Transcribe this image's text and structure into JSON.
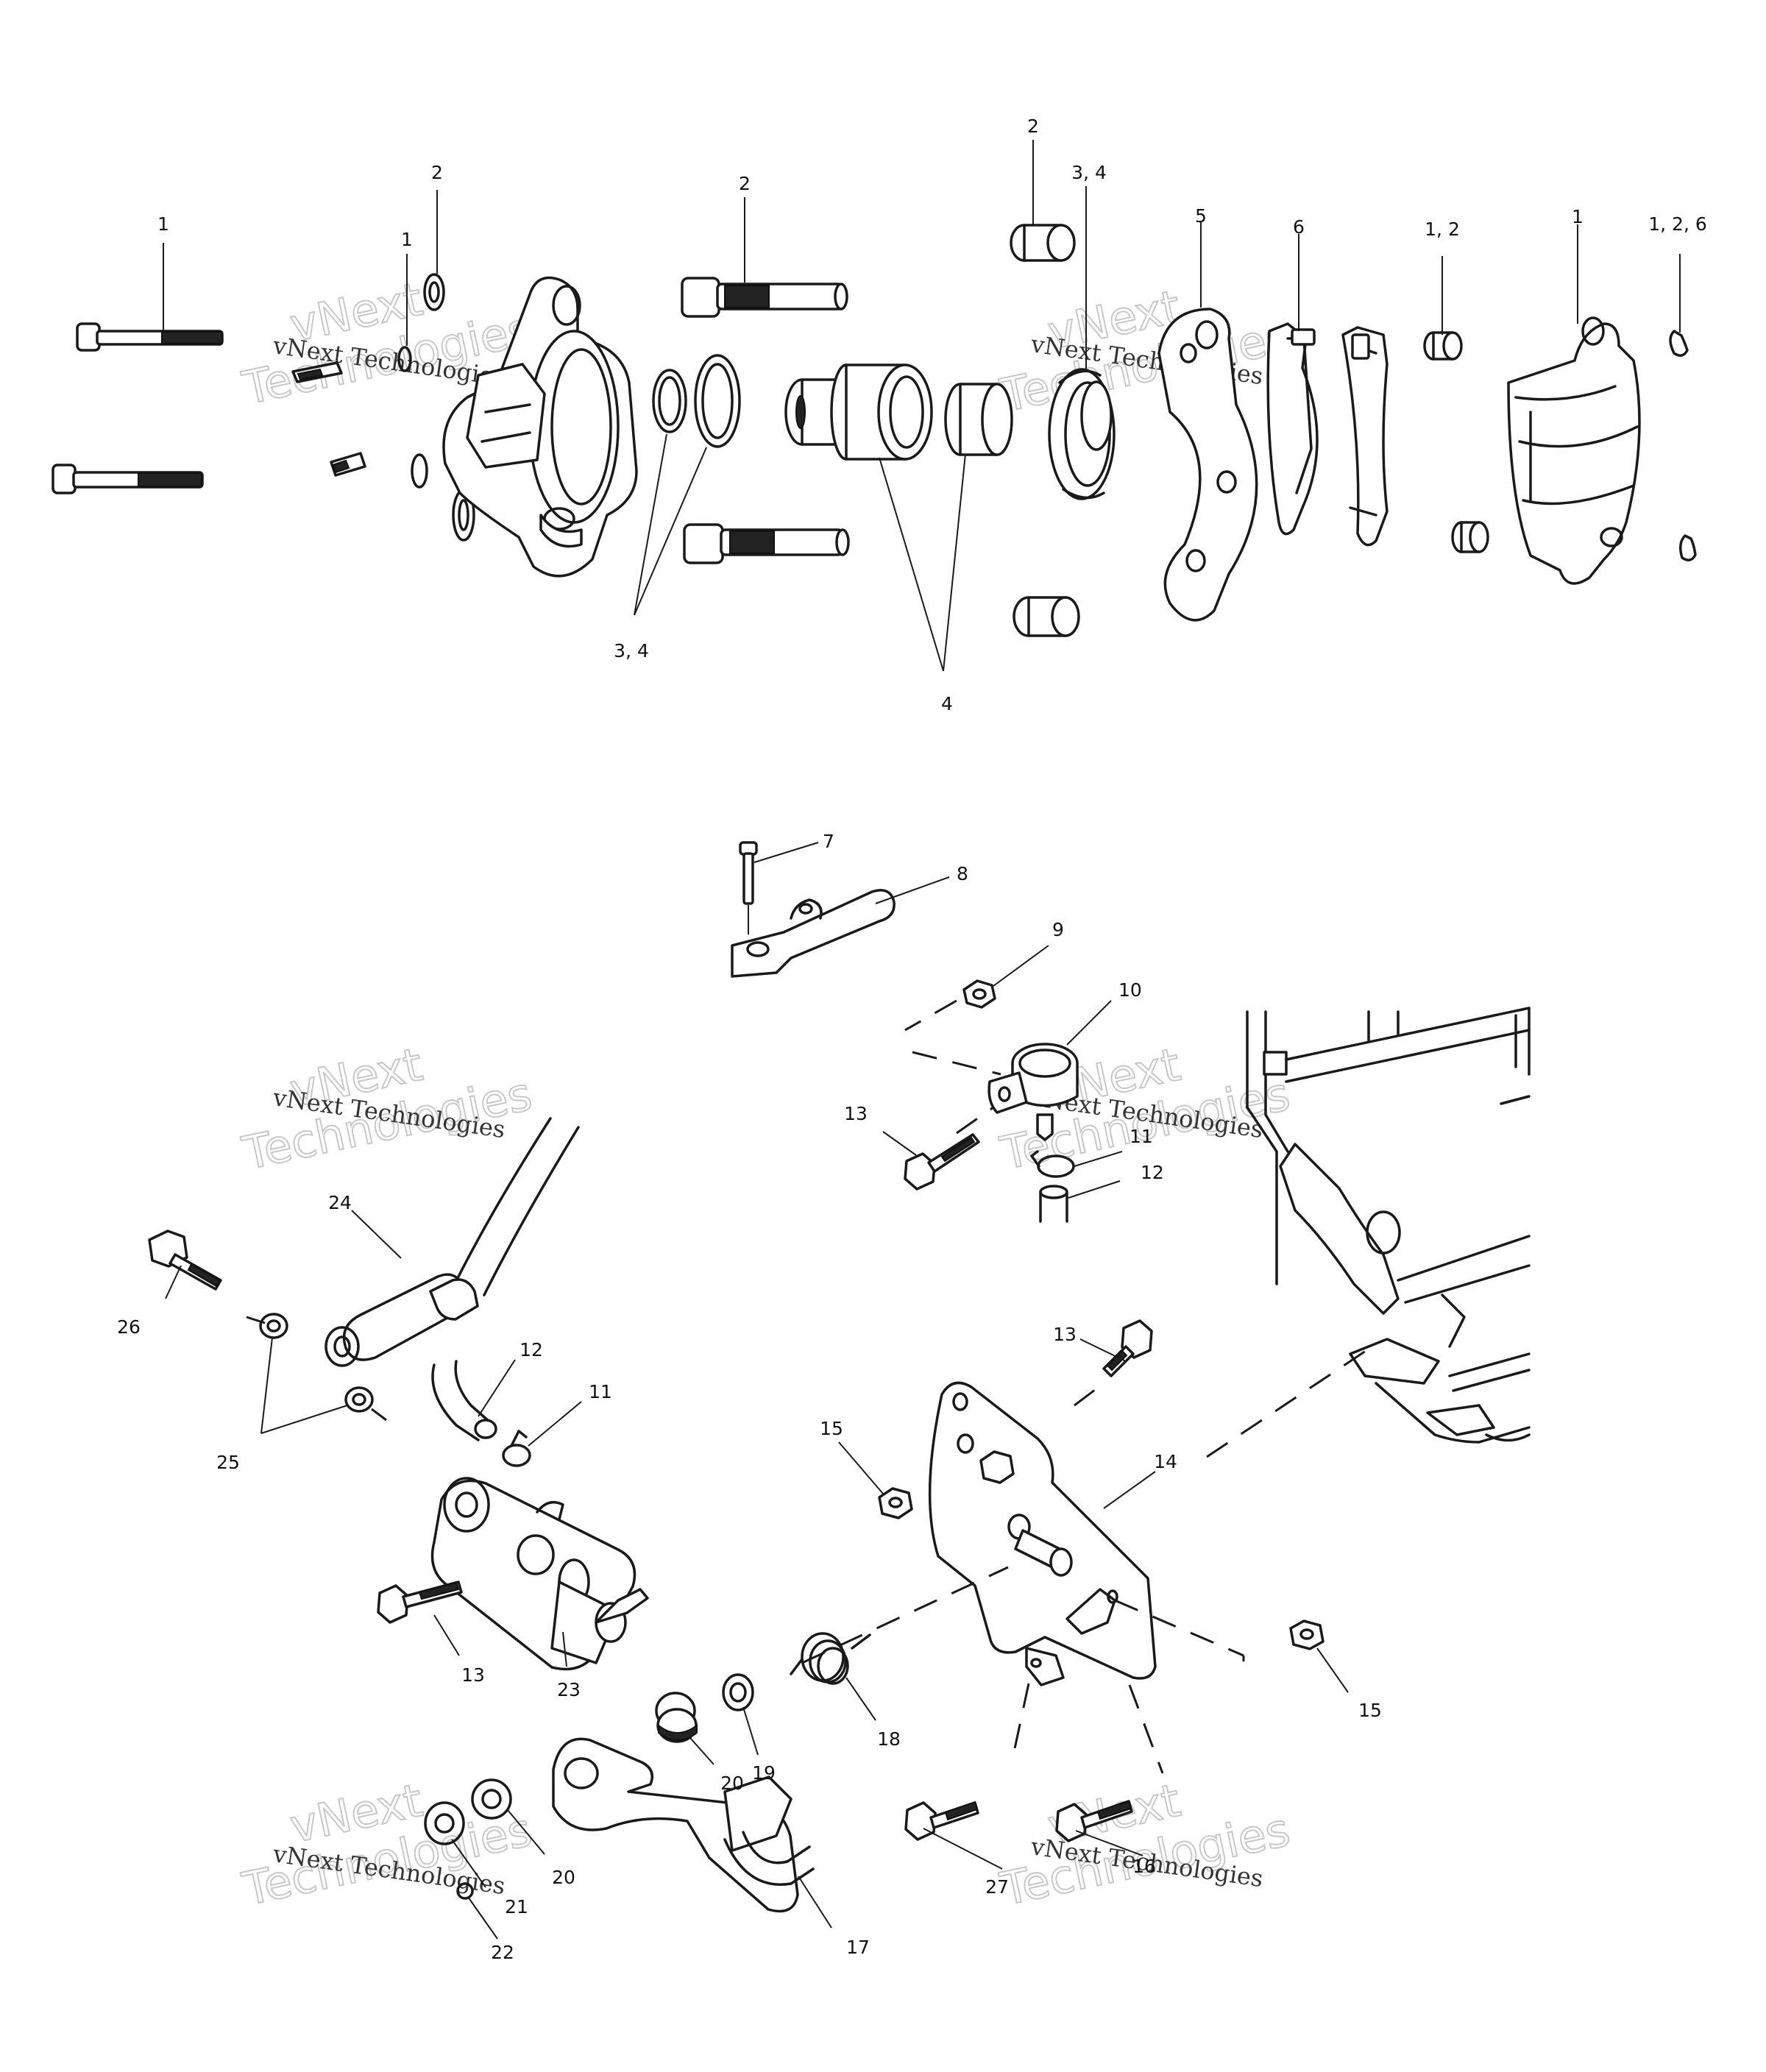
{
  "callouts": {
    "top": {
      "bolt_upper": "1",
      "washer_upper": "2",
      "bleeder": "1",
      "pin_upper": "2",
      "seals": "3, 4",
      "piston_kit": "4",
      "bushing_top": "2",
      "piston_seal": "3, 4",
      "bracket": "5",
      "pads": "6",
      "bushing_right": "1, 2",
      "caliper_right": "1",
      "clip": "1, 2, 6"
    },
    "bottom": {
      "screw": "7",
      "clamp": "8",
      "nut_top": "9",
      "reservoir": "10",
      "reservoir_bolt": "13",
      "hose_clamp_top": "11",
      "hose_top": "12",
      "line": "24",
      "banjo_bolt": "26",
      "banjo_washers": "25",
      "hose_lower": "12",
      "hose_clamp_lower": "11",
      "master_cyl": "23",
      "mc_bolt": "13",
      "plate_bolt": "13",
      "plate": "14",
      "nut_left": "15",
      "nut_right": "15",
      "spring": "18",
      "bushing": "19",
      "washer_a": "20",
      "washer_b": "20",
      "washer_c": "21",
      "washer_d": "22",
      "pedal": "17",
      "bolt_27": "27",
      "bolt_16": "16"
    }
  },
  "watermark": {
    "line1": "vNext",
    "line2": "Technologies",
    "full": "vNext Technologies"
  }
}
